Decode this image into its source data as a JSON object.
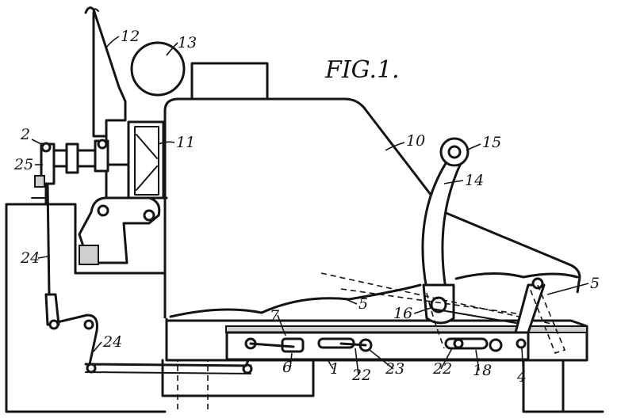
{
  "figure": {
    "title": "FIG.1."
  },
  "labels": [
    {
      "id": "12",
      "text": "12"
    },
    {
      "id": "13",
      "text": "13"
    },
    {
      "id": "11",
      "text": "11"
    },
    {
      "id": "2",
      "text": "2"
    },
    {
      "id": "25",
      "text": "25"
    },
    {
      "id": "10",
      "text": "10"
    },
    {
      "id": "15",
      "text": "15"
    },
    {
      "id": "14",
      "text": "14"
    },
    {
      "id": "24a",
      "text": "24"
    },
    {
      "id": "24b",
      "text": "24"
    },
    {
      "id": "5a",
      "text": "5"
    },
    {
      "id": "5b",
      "text": "5"
    },
    {
      "id": "16",
      "text": "16"
    },
    {
      "id": "7",
      "text": "7"
    },
    {
      "id": "6",
      "text": "6"
    },
    {
      "id": "1",
      "text": "1"
    },
    {
      "id": "22a",
      "text": "22"
    },
    {
      "id": "23",
      "text": "23"
    },
    {
      "id": "22b",
      "text": "22"
    },
    {
      "id": "18",
      "text": "18"
    },
    {
      "id": "4",
      "text": "4"
    }
  ]
}
